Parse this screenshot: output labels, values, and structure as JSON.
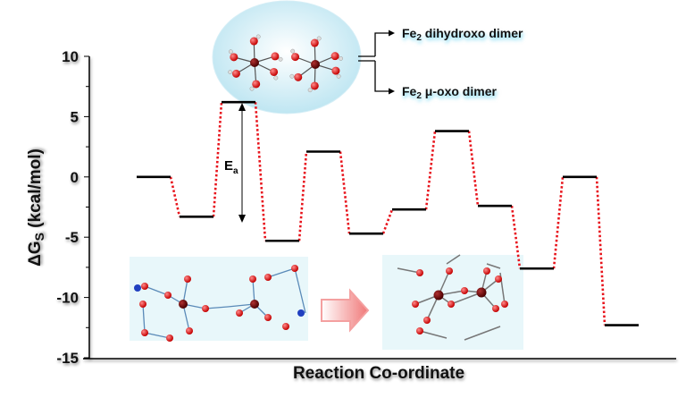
{
  "chart_data": {
    "type": "energy-profile",
    "title": "",
    "xlabel": "Reaction Co-ordinate",
    "ylabel_main": "ΔG",
    "ylabel_sub": "S",
    "ylabel_unit": " (kcal/mol)",
    "ylim": [
      -15,
      10
    ],
    "yticks": [
      10,
      5,
      0,
      -5,
      -10,
      -15
    ],
    "ytick_labels": [
      "10",
      "5",
      "0",
      "-5",
      "-10",
      "-15"
    ],
    "minor_tick_step": 2.5,
    "levels": [
      0,
      -3.3,
      6.2,
      -5.3,
      2.1,
      -4.7,
      -2.7,
      3.8,
      -2.4,
      -7.6,
      0,
      -12.3
    ],
    "level_color": "#000000",
    "connector_color": "#e8141c",
    "annotation_ea": {
      "main": "E",
      "sub": "a"
    },
    "products": [
      {
        "prefix": "Fe",
        "sub": "2",
        "suffix": " dihydroxo dimer"
      },
      {
        "prefix": "Fe",
        "sub": "2",
        "suffix": " μ-oxo dimer"
      }
    ]
  }
}
